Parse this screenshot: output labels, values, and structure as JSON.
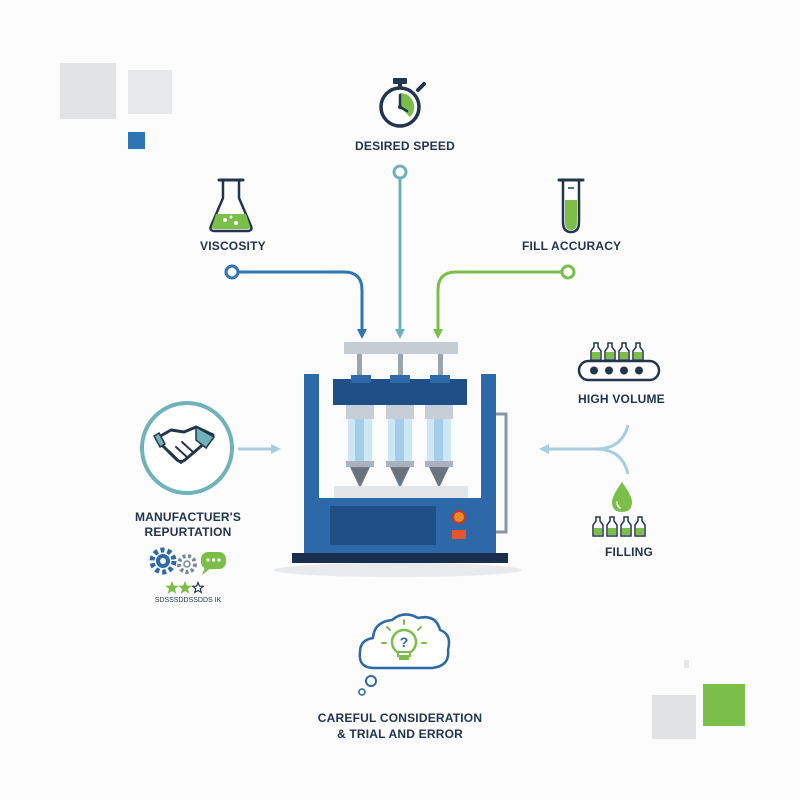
{
  "labels": {
    "desired_speed": "DESIRED SPEED",
    "viscosity": "VISCOSITY",
    "fill_accuracy": "FILL ACCURACY",
    "high_volume": "HIGH VOLUME",
    "filling": "FILLING",
    "reputation_line1": "MANUFACTUER'S",
    "reputation_line2": "REPURTATION",
    "reputation_caption": "SDSSSDDSSDDS IK",
    "careful_line1": "CAREFUL CONSIDERATION",
    "careful_line2": "& TRIAL AND ERROR"
  },
  "rating": {
    "filled_stars": 2,
    "total_stars": 3
  },
  "icons": {
    "speed": "stopwatch-icon",
    "viscosity": "flask-icon",
    "accuracy": "test-tube-icon",
    "volume": "conveyor-icon",
    "filling": "droplet-icon",
    "reputation": "handshake-icon",
    "careful": "lightbulb-cloud-icon"
  },
  "colors": {
    "navy": "#23344d",
    "blue": "#2f74b3",
    "teal": "#6fb3b8",
    "green": "#7bbf4a",
    "light_blue": "#a8cde0",
    "machine_blue": "#2d68a8",
    "machine_dark": "#1f4f86"
  }
}
